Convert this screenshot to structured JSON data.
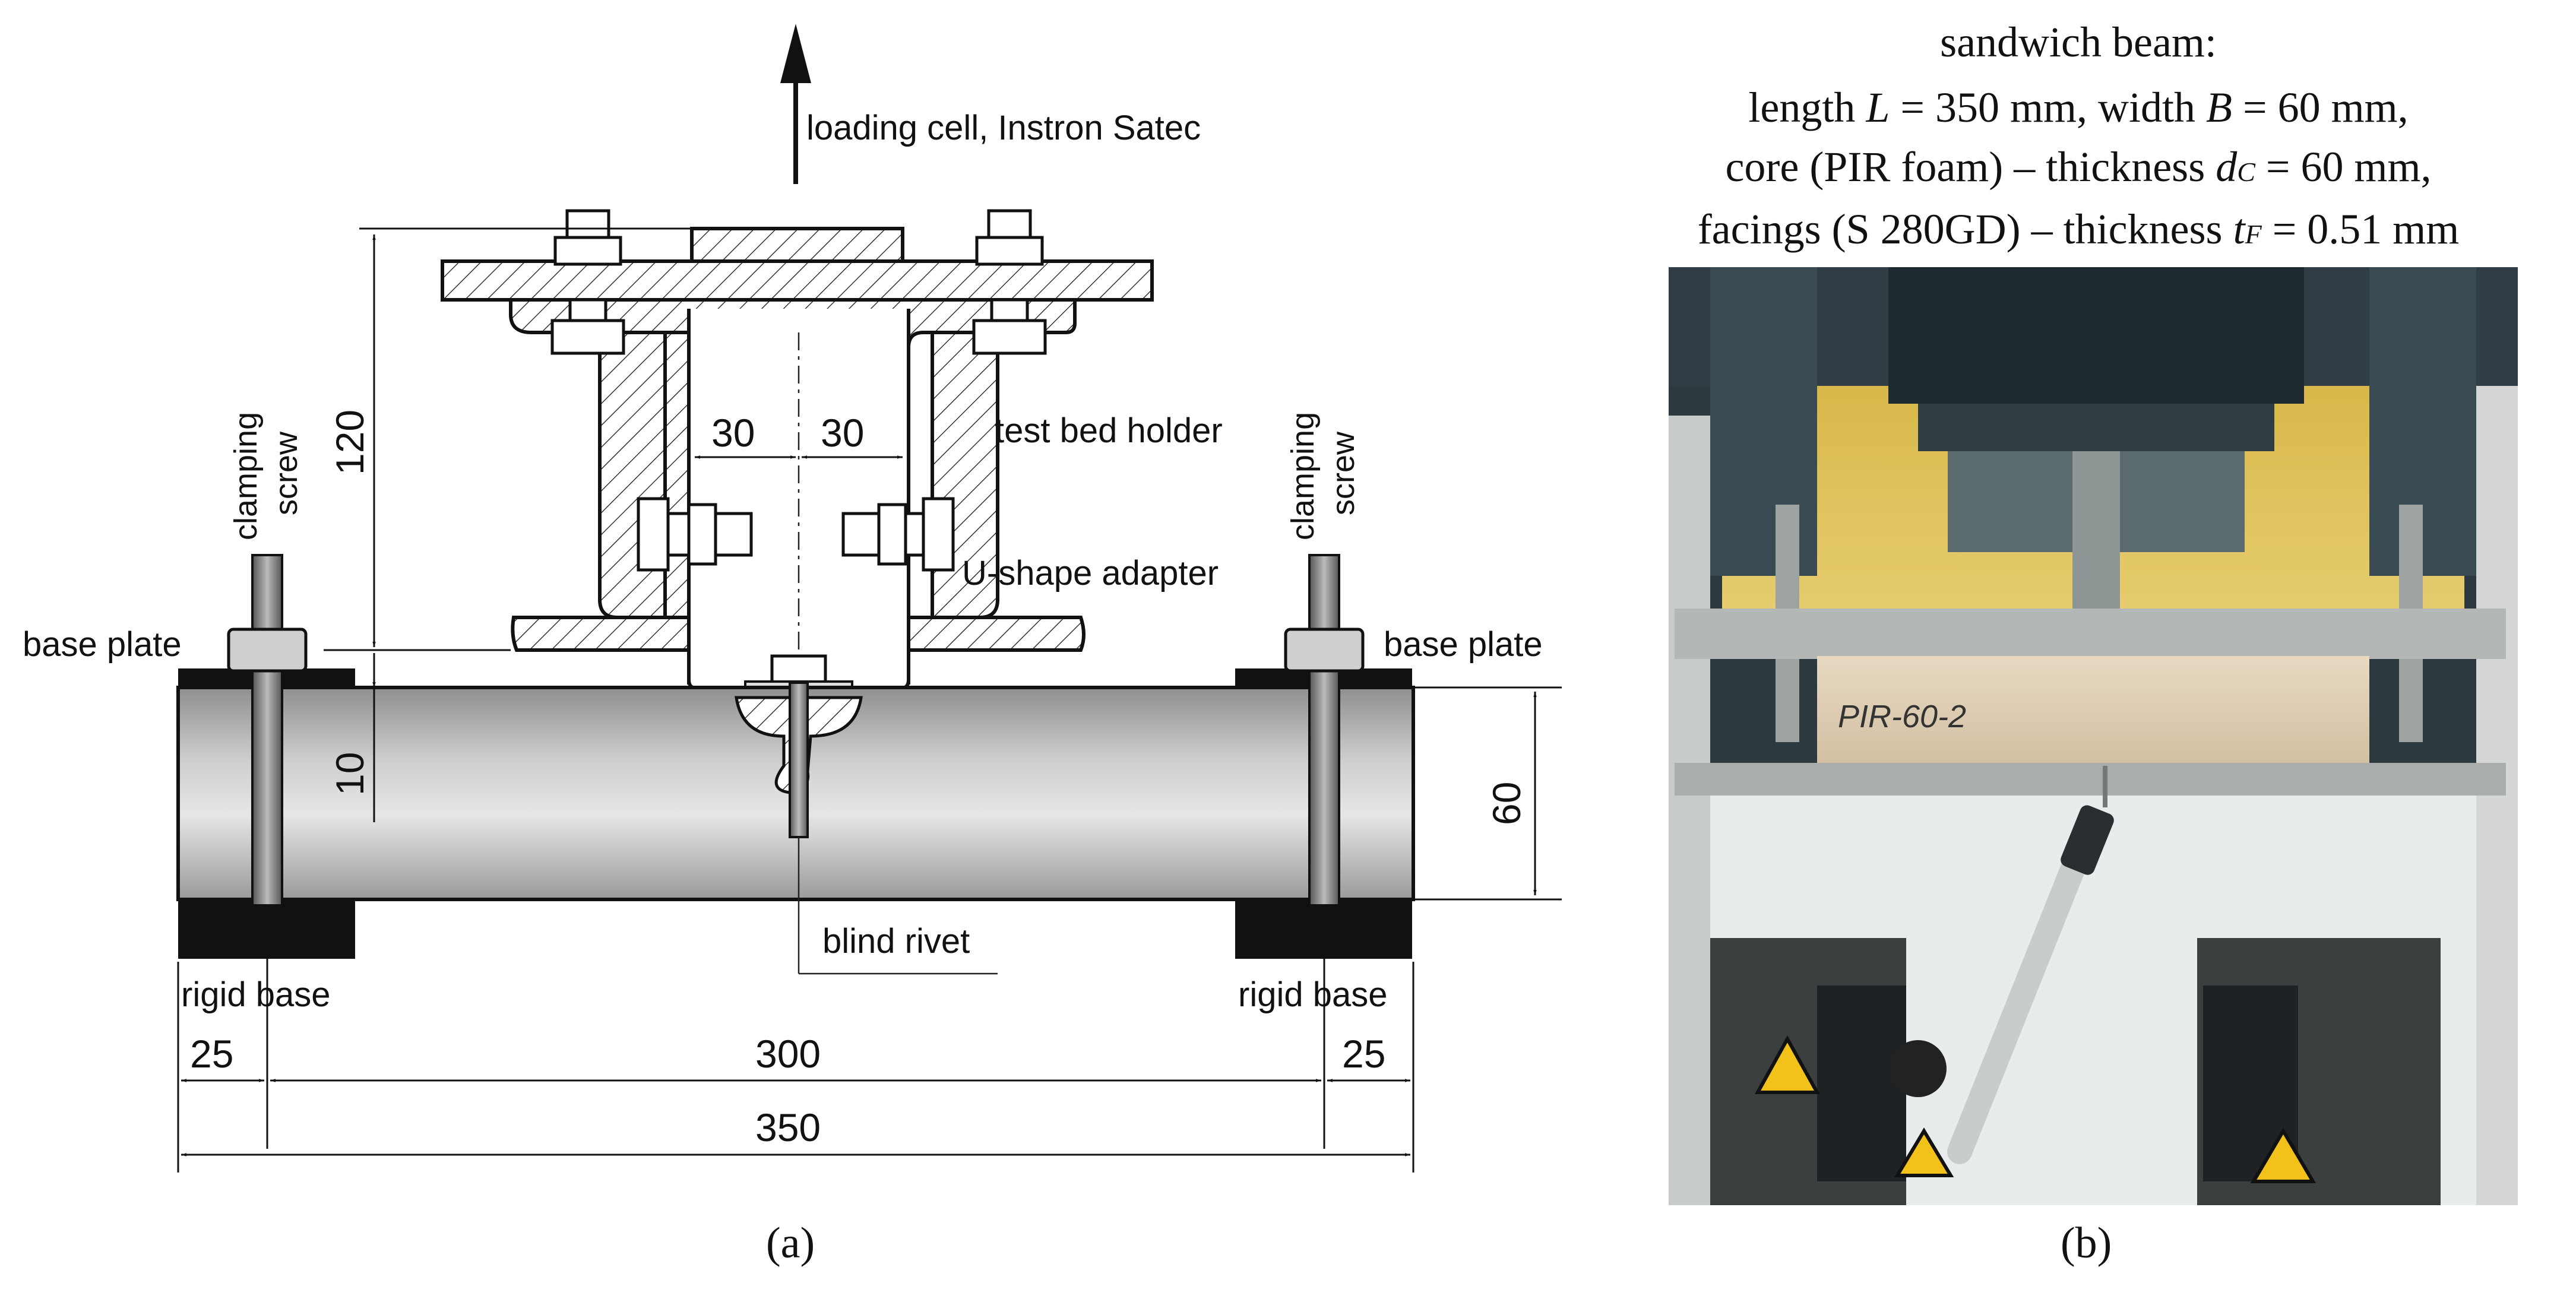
{
  "panel_a": {
    "caption": "(a)",
    "labels": {
      "loading_cell": "loading cell, Instron Satec",
      "clamping_left": "clamping",
      "screw_left": "screw",
      "clamping_right": "clamping",
      "screw_right": "screw",
      "test_bed_holder": "test bed holder",
      "u_shape_adapter": "U-shape adapter",
      "base_plate_left": "base plate",
      "base_plate_right": "base plate",
      "blind_rivet": "blind rivet",
      "rigid_base_left": "rigid base",
      "rigid_base_right": "rigid base"
    },
    "dimensions": {
      "d120": "120",
      "d30_left": "30",
      "d30_right": "30",
      "d10": "10",
      "d60": "60",
      "d25_left": "25",
      "d300": "300",
      "d25_right": "25",
      "d350": "350"
    }
  },
  "panel_b": {
    "caption": "(b)",
    "title_lines": {
      "line1": "sandwich beam:",
      "l2_a": "length ",
      "l2_L": "L",
      "l2_b": " = 350 mm, width ",
      "l2_B": "B",
      "l2_c": " = 60 mm,",
      "l3_a": "core (PIR foam) – thickness ",
      "l3_d": "d",
      "l3_C": "C",
      "l3_b": " = 60 mm,",
      "l4_a": "facings (S 280GD) – thickness ",
      "l4_t": "t",
      "l4_F": "F",
      "l4_b": " = 0.51 mm"
    },
    "specimen_label": "PIR-60-2"
  }
}
